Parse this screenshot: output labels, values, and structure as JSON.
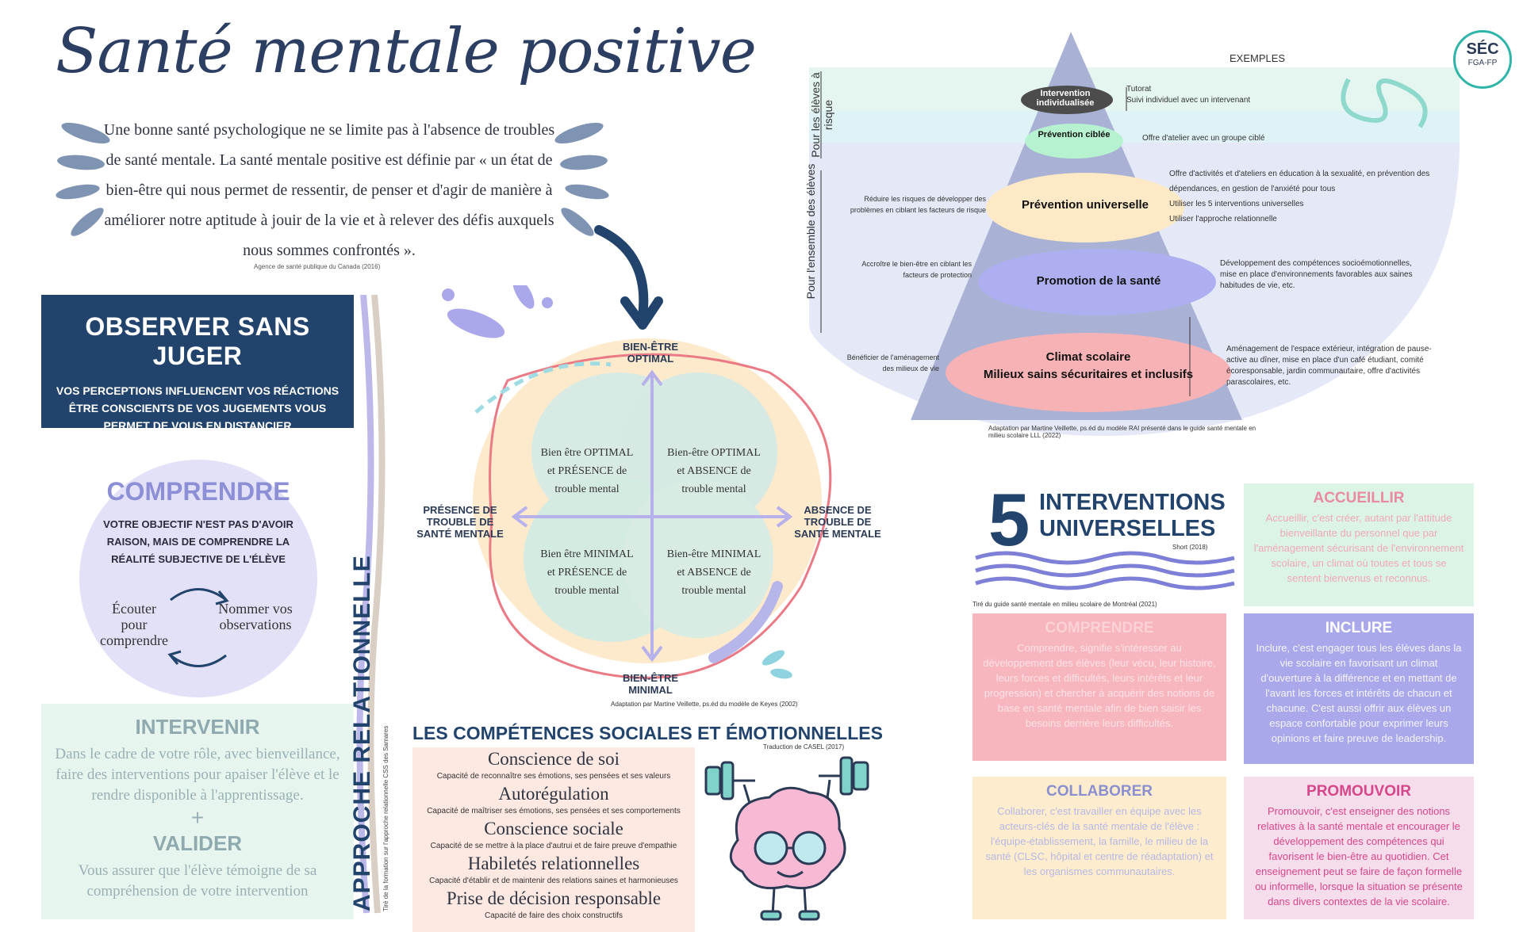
{
  "title": "Santé mentale positive",
  "intro": {
    "text": "Une bonne santé psychologique ne se limite pas à l'absence de troubles de santé mentale. La santé mentale positive est définie par « un état de bien-être qui nous permet de ressentir, de penser et d'agir de manière à améliorer notre aptitude à jouir de la vie et à relever des défis auxquels nous sommes confrontés ».",
    "source": "Agence de santé publique du Canada (2016)"
  },
  "observer": {
    "title": "OBSERVER SANS JUGER",
    "text": "VOS PERCEPTIONS INFLUENCENT VOS RÉACTIONS ÊTRE CONSCIENTS DE VOS JUGEMENTS VOUS PERMET DE VOUS EN DISTANCIER"
  },
  "comprendre": {
    "title": "COMPRENDRE",
    "text": "VOTRE OBJECTIF N'EST PAS D'AVOIR RAISON, MAIS DE COMPRENDRE LA RÉALITÉ SUBJECTIVE DE L'ÉLÈVE",
    "cycle_left": "Écouter pour comprendre",
    "cycle_right": "Nommer vos observations"
  },
  "intervenir": {
    "title": "INTERVENIR",
    "text": "Dans le cadre de votre rôle, avec bienveillance, faire des interventions pour apaiser l'élève et le rendre disponible à l'apprentissage.",
    "plus": "+",
    "title2": "VALIDER",
    "text2": "Vous assurer que l'élève témoigne de sa compréhension de votre intervention"
  },
  "approche": {
    "label": "APPROCHE RELATIONNELLE",
    "note": "Tiré de la formation sur l'approche relationnelle CSS des Samares"
  },
  "keyes": {
    "top": "BIEN-ÊTRE OPTIMAL",
    "bottom": "BIEN-ÊTRE MINIMAL",
    "left": "PRÉSENCE DE TROUBLE DE SANTÉ MENTALE",
    "right": "ABSENCE DE TROUBLE DE SANTÉ MENTALE",
    "q1": "Bien être OPTIMAL et PRÉSENCE de trouble mental",
    "q2": "Bien-être OPTIMAL et ABSENCE de trouble mental",
    "q3": "Bien être MINIMAL et PRÉSENCE de trouble mental",
    "q4": "Bien-être MINIMAL et ABSENCE de trouble mental",
    "source": "Adaptation par Martine Veillette, ps.éd du modèle de Keyes (2002)"
  },
  "competences": {
    "title": "LES COMPÉTENCES SOCIALES ET ÉMOTIONNELLES",
    "source": "Traduction de CASEL (2017)",
    "items": [
      {
        "name": "Conscience de soi",
        "desc": "Capacité de reconnaître ses émotions, ses pensées et ses valeurs"
      },
      {
        "name": "Autorégulation",
        "desc": "Capacité de maîtriser ses émotions, ses pensées et ses comportements"
      },
      {
        "name": "Conscience sociale",
        "desc": "Capacité de se mettre à la place d'autrui et de faire preuve d'empathie"
      },
      {
        "name": "Habiletés relationnelles",
        "desc": "Capacité d'établir et de maintenir des relations saines et harmonieuses"
      },
      {
        "name": "Prise de décision responsable",
        "desc": "Capacité de faire des choix constructifs"
      }
    ]
  },
  "pyramid": {
    "exemples_label": "EXEMPLES",
    "side_top": "Pour les élèves à risque",
    "side_bottom": "Pour l'ensemble des élèves",
    "levels": [
      {
        "label": "Intervention individualisée",
        "examples": "Tutorat\nSuivi individuel avec un intervenant"
      },
      {
        "label": "Prévention ciblée",
        "examples": "Offre d'atelier avec un groupe ciblé"
      },
      {
        "label": "Prévention universelle",
        "left": "Réduire les risques de développer des problèmes en ciblant les facteurs de risque",
        "examples": "Offre d'activités et d'ateliers en éducation à la sexualité, en prévention des dépendances, en gestion de l'anxiété pour tous\nUtiliser les 5 interventions universelles\nUtiliser l'approche relationnelle"
      },
      {
        "label": "Promotion de la santé",
        "left": "Accroître le bien-être en ciblant les facteurs de protection",
        "examples": "Développement des compétences socioémotionnelles, mise en place d'environnements favorables aux saines habitudes de vie, etc."
      },
      {
        "label": "Climat scolaire\nMilieux sains sécuritaires et inclusifs",
        "left": "Bénéficier de l'aménagement des milieux de vie",
        "examples": "Aménagement de l'espace extérieur, intégration de pause-active au dîner, mise en place d'un café étudiant, comité écoresponsable, jardin communautaire, offre d'activités parascolaires, etc."
      }
    ],
    "source": "Adaptation par Martine Veillette, ps.éd du modèle RAI présenté dans le guide santé mentale en milieu scolaire LLL (2022)"
  },
  "logo": {
    "line1": "SÉC",
    "line2": "FGA-FP"
  },
  "interventions": {
    "number": "5",
    "title": "INTERVENTIONS UNIVERSELLES",
    "short": "Short (2018)",
    "guide": "Tiré du guide santé mentale en milieu scolaire de Montréal (2021)",
    "cards": [
      {
        "title": "ACCUEILLIR",
        "text": "Accueillir, c'est créer, autant par l'attitude bienveillante du personnel que par l'aménagement sécurisant de l'environnement scolaire, un climat où toutes et tous se sentent bienvenus et reconnus.",
        "bg": "#dcf4e6",
        "title_color": "#e98aa0",
        "text_color": "#f3b2bf"
      },
      {
        "title": "COMPRENDRE",
        "text": "Comprendre, signifie s'intéresser au développement des élèves (leur vécu, leur histoire, leurs forces et difficultés, leurs intérêts et leur progression) et chercher à acquérir des notions de base en santé mentale afin de bien saisir les besoins derrière leurs difficultés.",
        "bg": "#f7b5bd",
        "title_color": "#fbd2d6",
        "text_color": "#fde2e5"
      },
      {
        "title": "INCLURE",
        "text": "Inclure, c'est engager tous les élèves dans la vie scolaire en favorisant un climat d'ouverture à la différence et en mettant de l'avant les forces et intérêts de chacun et chacune. C'est aussi offrir aux élèves un espace confortable pour exprimer leurs opinions et faire preuve de leadership.",
        "bg": "#a9a8ea",
        "title_color": "#f3f3ff",
        "text_color": "#f3f3ff"
      },
      {
        "title": "COLLABORER",
        "text": "Collaborer, c'est travailler en équipe avec les acteurs-clés de la santé mentale de l'élève : l'équipe-établissement, la famille, le milieu de la santé (CLSC, hôpital et centre de réadaptation) et les organismes communautaires.",
        "bg": "#fdeccd",
        "title_color": "#8a8fd0",
        "text_color": "#b9bce6"
      },
      {
        "title": "PROMOUVOIR",
        "text": "Promouvoir, c'est enseigner des notions relatives à la santé mentale et encourager le développement des compétences qui favorisent le bien-être au quotidien. Cet enseignement peut se faire de façon formelle ou informelle, lorsque la situation se présente dans divers contextes de la vie scolaire.",
        "bg": "#f5ddec",
        "title_color": "#d6468a",
        "text_color": "#d6468a"
      }
    ]
  }
}
